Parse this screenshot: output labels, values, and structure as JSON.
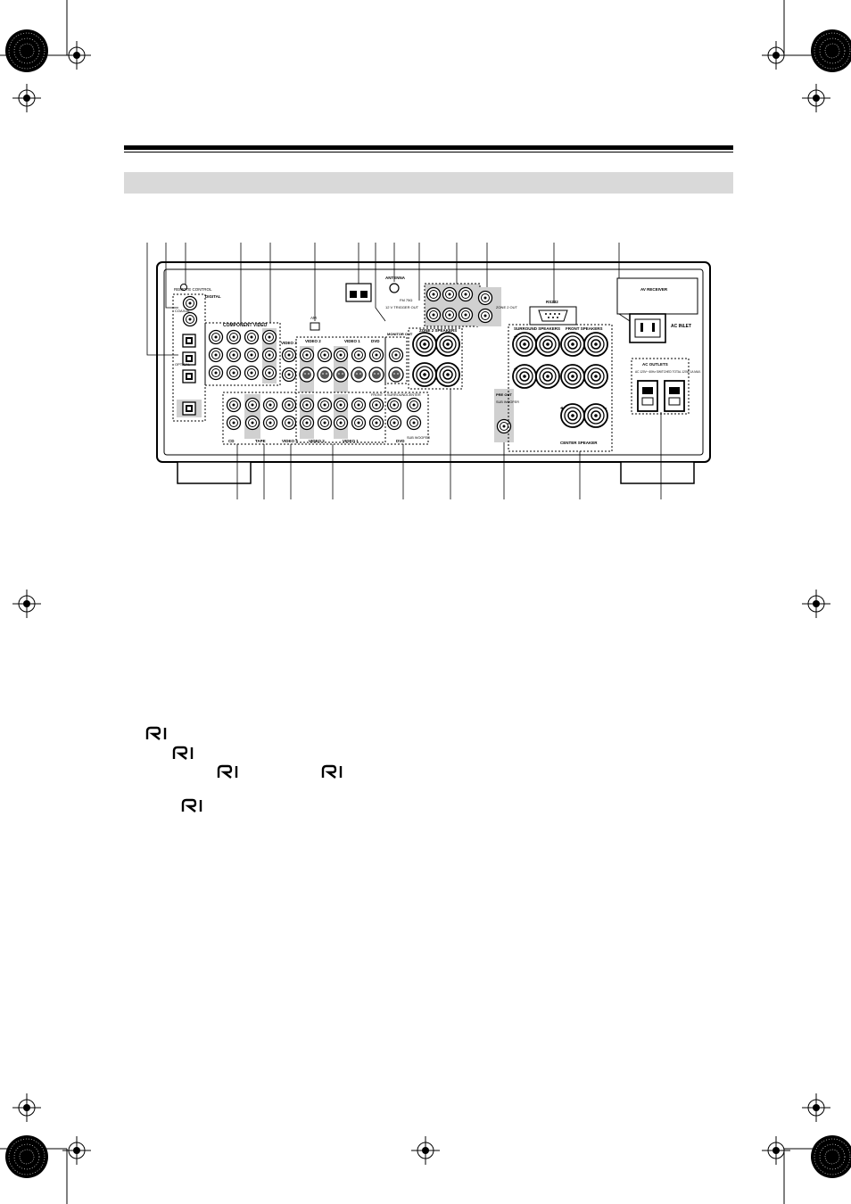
{
  "page": {
    "title_band_text": ""
  },
  "panel": {
    "labels": {
      "remote_control": "REMOTE CONTROL",
      "digital": "DIGITAL",
      "coaxial": "COAXIAL",
      "optical": "OPTICAL",
      "in": "IN",
      "out": "OUT",
      "component_video": "COMPONENT VIDEO",
      "am": "AM",
      "antenna": "ANTENNA",
      "fm_75": "FM 75Ω",
      "trigger": "12 V TRIGGER OUT",
      "zone2_speakers": "ZONE 2 SPEAKERS",
      "zone2_out": "ZONE 2 OUT",
      "rs232": "RS232",
      "ac_inlet": "AC INLET",
      "model_label": "AV RECEIVER",
      "surround_speakers": "SURROUND SPEAKERS",
      "front_speakers": "FRONT SPEAKERS",
      "center_speaker": "CENTER SPEAKER",
      "ac_outlets": "AC OUTLETS",
      "ac_outlets_note": "AC 120V~ 60Hz SWITCHED TOTAL 120W 1A MAX.",
      "pre_out": "PRE OUT",
      "subwoofer": "SUB WOOFER",
      "cd": "CD",
      "tape": "TAPE",
      "video1": "VIDEO 1",
      "video2": "VIDEO 2",
      "video3": "VIDEO 3",
      "dvd": "DVD",
      "monitor_out": "MONITOR OUT",
      "front": "FRONT",
      "surround": "SURROUND",
      "center": "CENTER",
      "sub_woofer": "SUB WOOFER",
      "plus": "+",
      "minus": "−"
    }
  },
  "ri_mark": "RI"
}
